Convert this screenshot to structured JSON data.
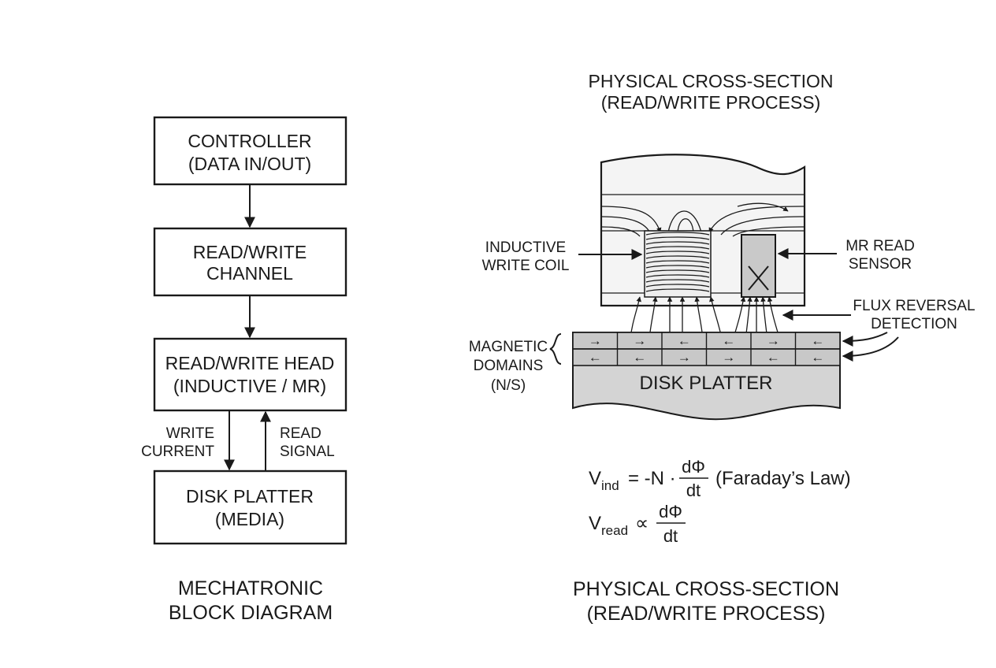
{
  "block_diagram": {
    "blocks": [
      {
        "line1": "CONTROLLER",
        "line2": "(DATA IN/OUT)"
      },
      {
        "line1": "READ/WRITE",
        "line2": "CHANNEL"
      },
      {
        "line1": "READ/WRITE HEAD",
        "line2": "(INDUCTIVE / MR)"
      },
      {
        "line1": "DISK PLATTER",
        "line2": "(MEDIA)"
      }
    ],
    "write_label": {
      "line1": "WRITE",
      "line2": "CURRENT"
    },
    "read_label": {
      "line1": "READ",
      "line2": "SIGNAL"
    },
    "caption": {
      "line1": "MECHATRONIC",
      "line2": "BLOCK DIAGRAM"
    }
  },
  "cross_section": {
    "title": {
      "line1": "PHYSICAL CROSS-SECTION",
      "line2": "(READ/WRITE PROCESS)"
    },
    "coil_label": {
      "line1": "INDUCTIVE",
      "line2": "WRITE COIL"
    },
    "sensor_label": {
      "line1": "MR READ",
      "line2": "SENSOR"
    },
    "flux_label": {
      "line1": "FLUX REVERSAL",
      "line2": "DETECTION"
    },
    "domains_label": {
      "line1": "MAGNETIC",
      "line2": "DOMAINS",
      "line3": "(N/S)"
    },
    "platter_label": "DISK PLATTER",
    "domain_arrows_top": [
      "→",
      "→",
      "←",
      "←",
      "→",
      "←"
    ],
    "domain_arrows_bottom": [
      "←",
      "←",
      "→",
      "→",
      "←",
      "←"
    ],
    "caption": {
      "line1": "PHYSICAL CROSS-SECTION",
      "line2": "(READ/WRITE PROCESS)"
    }
  },
  "equations": {
    "eq1": {
      "v": "V",
      "sub": "ind",
      "rhs": "= -N ·",
      "num": "dΦ",
      "den": "dt",
      "note": "(Faraday’s Law)"
    },
    "eq2": {
      "v": "V",
      "sub": "read",
      "rhs": "∝",
      "num": "dΦ",
      "den": "dt"
    }
  },
  "colors": {
    "ink": "#1a1a1a",
    "platter_fill": "#d4d4d4",
    "domain_fill": "#c8c8c8"
  }
}
